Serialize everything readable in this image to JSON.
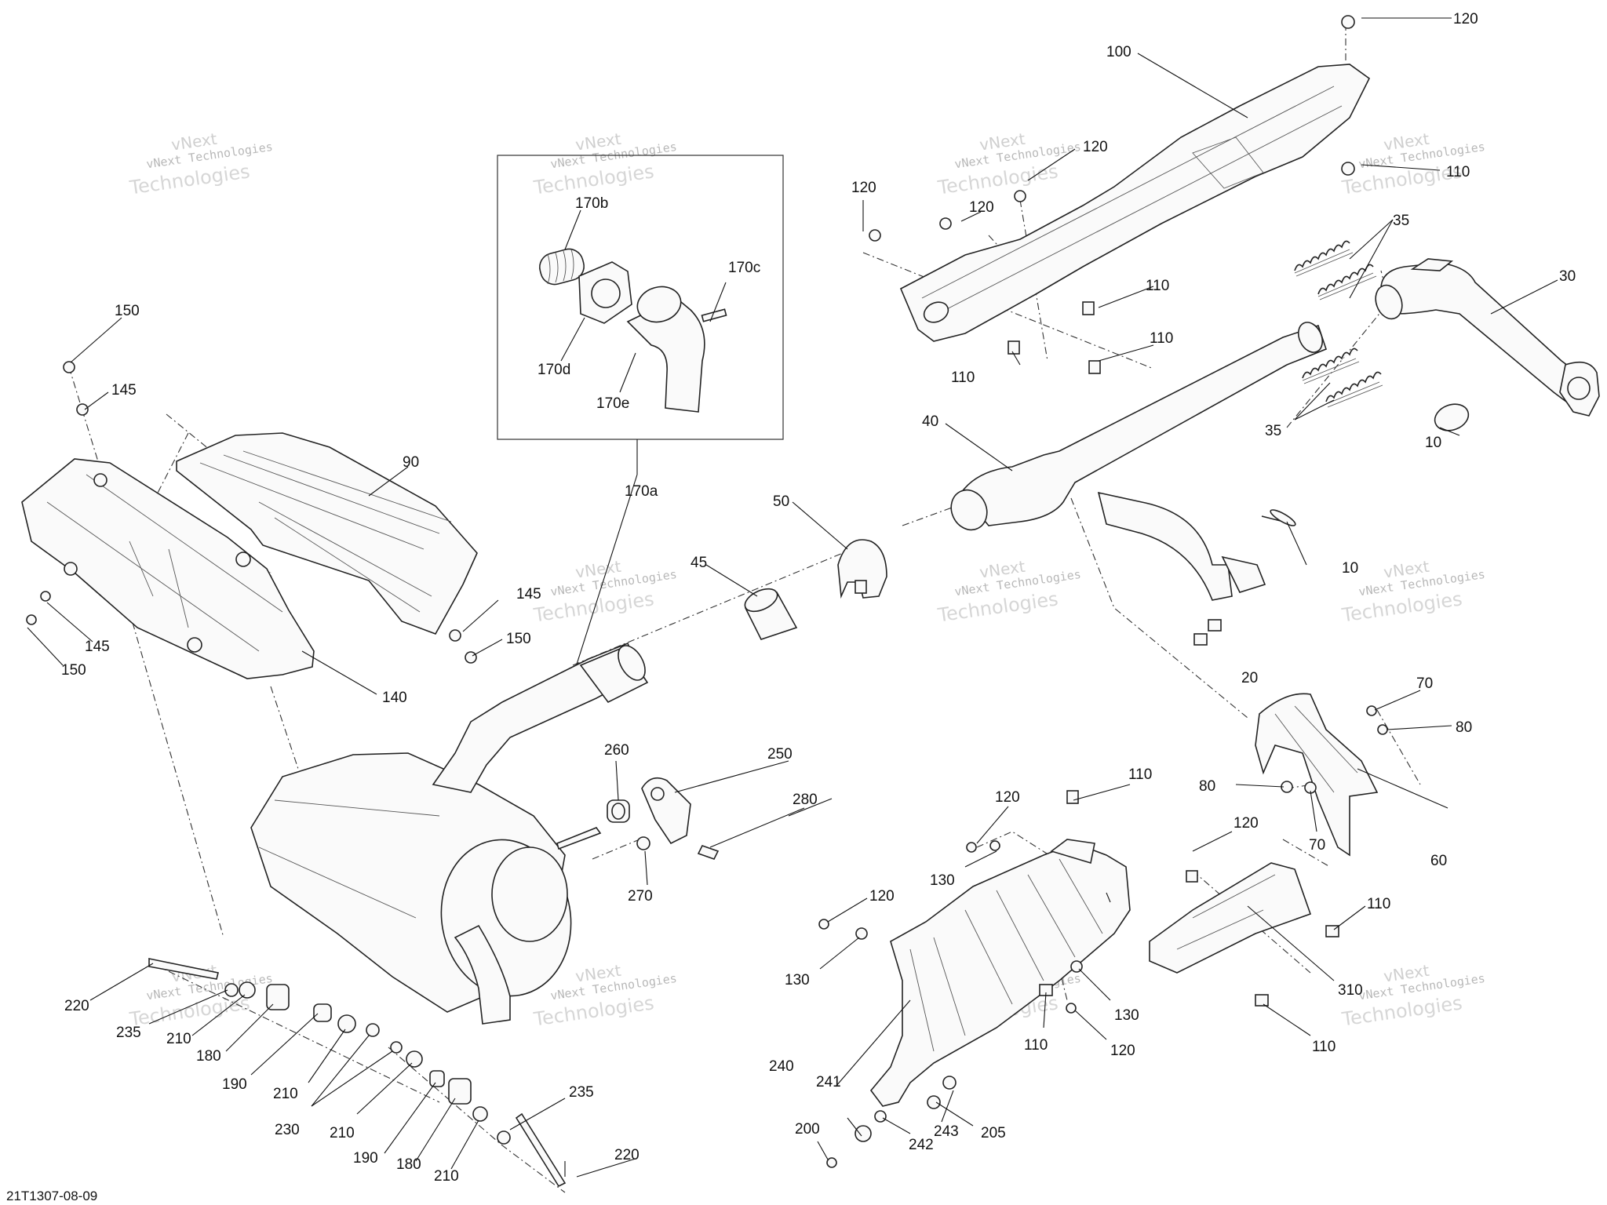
{
  "figure_ref": "21T1307-08-09",
  "watermark": {
    "line1": "vNext Technologies",
    "line2": "Technologies",
    "line3": "vNext"
  },
  "callouts": {
    "c10a": "10",
    "c10b": "10",
    "c20": "20",
    "c30": "30",
    "c35a": "35",
    "c35b": "35",
    "c40": "40",
    "c45": "45",
    "c50": "50",
    "c60": "60",
    "c70a": "70",
    "c70b": "70",
    "c80a": "80",
    "c80b": "80",
    "c90": "90",
    "c100": "100",
    "c110a": "110",
    "c110b": "110",
    "c110c": "110",
    "c110d": "110",
    "c110e": "110",
    "c110f": "110",
    "c110g": "110",
    "c110h": "110",
    "c120a": "120",
    "c120b": "120",
    "c120c": "120",
    "c120d": "120",
    "c120e": "120",
    "c120f": "120",
    "c120g": "120",
    "c120h": "120",
    "c130a": "130",
    "c130b": "130",
    "c130c": "130",
    "c140": "140",
    "c145a": "145",
    "c145b": "145",
    "c145c": "145",
    "c150a": "150",
    "c150b": "150",
    "c150c": "150",
    "c170a": "170a",
    "c170b": "170b",
    "c170c": "170c",
    "c170d": "170d",
    "c170e": "170e",
    "c180a": "180",
    "c180b": "180",
    "c190a": "190",
    "c190b": "190",
    "c200": "200",
    "c205": "205",
    "c210a": "210",
    "c210b": "210",
    "c210c": "210",
    "c210d": "210",
    "c220a": "220",
    "c220b": "220",
    "c230": "230",
    "c235a": "235",
    "c235b": "235",
    "c240": "240",
    "c241": "241",
    "c242": "242",
    "c243": "243",
    "c250": "250",
    "c260": "260",
    "c270": "270",
    "c280": "280",
    "c310": "310"
  }
}
